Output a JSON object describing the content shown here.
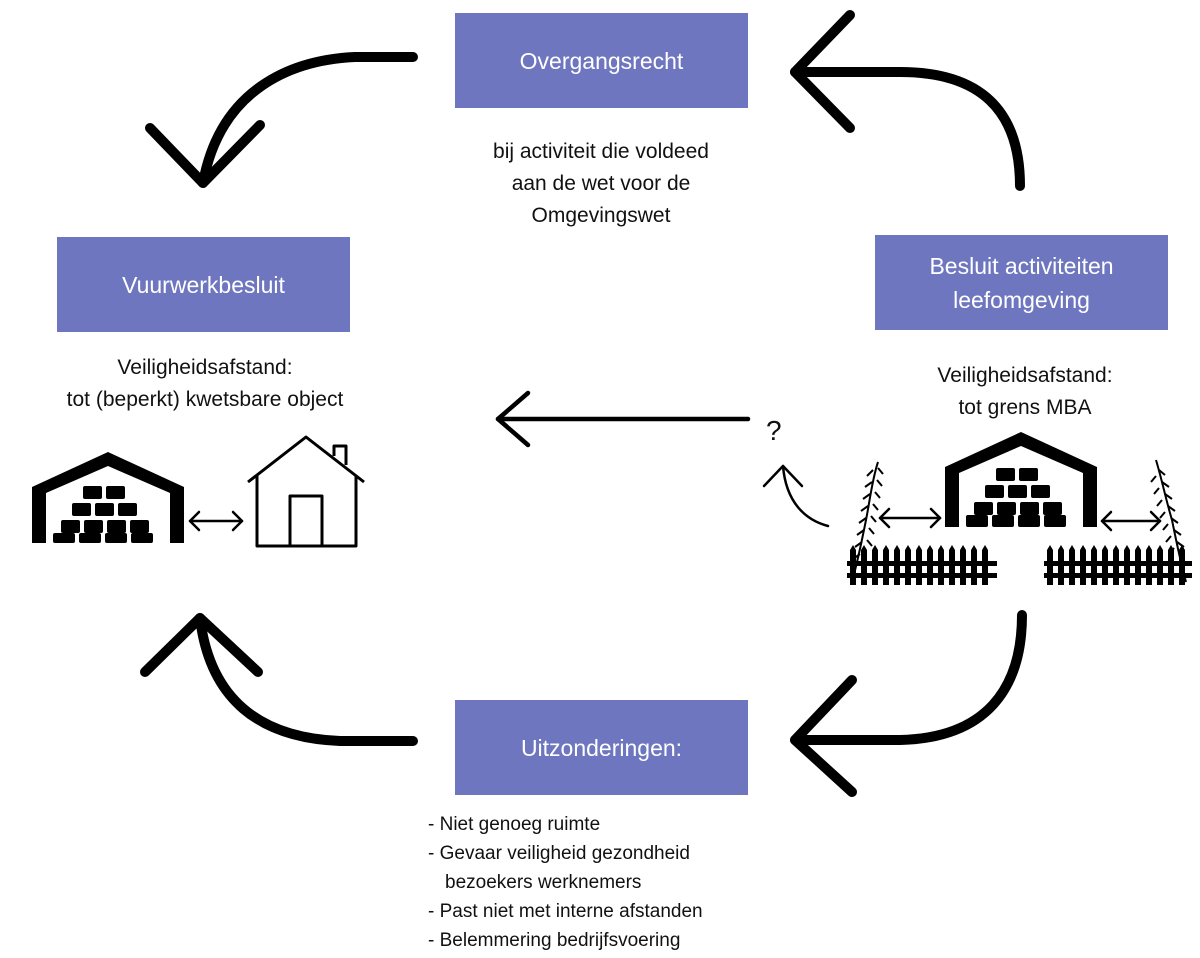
{
  "overgangsrecht": {
    "title": "Overgangsrecht",
    "description": [
      "bij activiteit die voldeed",
      "aan de wet voor de",
      "Omgevingswet"
    ]
  },
  "vuurwerkbesluit": {
    "title": "Vuurwerkbesluit",
    "description": [
      "Veiligheidsafstand:",
      "tot (beperkt) kwetsbare object"
    ]
  },
  "besluit_activiteiten": {
    "title": [
      "Besluit activiteiten",
      "leefomgeving"
    ],
    "description": [
      "Veiligheidsafstand:",
      "tot grens MBA"
    ]
  },
  "uitzonderingen": {
    "title": "Uitzonderingen:",
    "items": [
      "- Niet genoeg ruimte",
      "- Gevaar veiligheid gezondheid",
      "bezoekers werknemers",
      "- Past niet met interne afstanden",
      "- Belemmering bedrijfsvoering"
    ]
  },
  "question_mark": "?",
  "colors": {
    "box": "#6e76bf",
    "box_text": "#ffffff",
    "stroke": "#000000"
  },
  "icons": [
    "warehouse-icon",
    "house-icon",
    "double-arrow-icon",
    "fence-icon",
    "tree-icon",
    "curved-arrow-icon"
  ]
}
